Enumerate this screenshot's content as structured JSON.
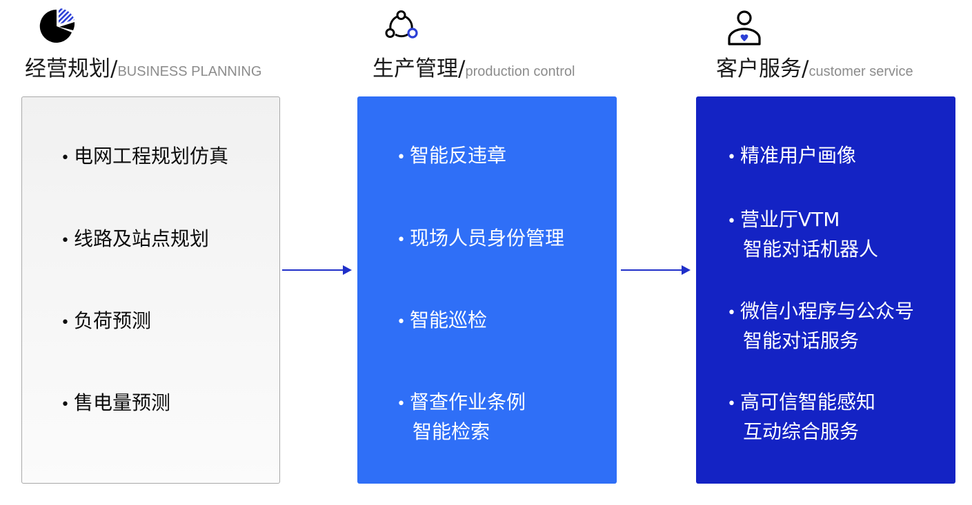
{
  "colors": {
    "panel_planning_bg": "#f5f5f5",
    "panel_planning_border": "#a8a8a8",
    "panel_production_bg": "#2f6ff7",
    "panel_service_bg": "#1423c4",
    "arrow": "#1f2fc9",
    "icon_accent": "#2b3fd6"
  },
  "columns": [
    {
      "icon": "pie-chart-icon",
      "title_zh": "经营规划/",
      "title_en": "BUSINESS PLANNING",
      "items": [
        {
          "line1": "电网工程规划仿真"
        },
        {
          "line1": "线路及站点规划"
        },
        {
          "line1": "负荷预测"
        },
        {
          "line1": "售电量预测"
        }
      ]
    },
    {
      "icon": "network-cycle-icon",
      "title_zh": "生产管理/",
      "title_en": "production control",
      "items": [
        {
          "line1": "智能反违章"
        },
        {
          "line1": "现场人员身份管理"
        },
        {
          "line1": "智能巡检"
        },
        {
          "line1": "督查作业条例",
          "line2": "智能检索"
        }
      ]
    },
    {
      "icon": "customer-heart-icon",
      "title_zh": "客户服务/",
      "title_en": "customer service",
      "items": [
        {
          "line1": "精准用户画像"
        },
        {
          "line1": "营业厅VTM",
          "line2": "智能对话机器人"
        },
        {
          "line1": "微信小程序与公众号",
          "line2": "智能对话服务"
        },
        {
          "line1": "高可信智能感知",
          "line2": "互动综合服务"
        }
      ]
    }
  ],
  "bullet": "•"
}
